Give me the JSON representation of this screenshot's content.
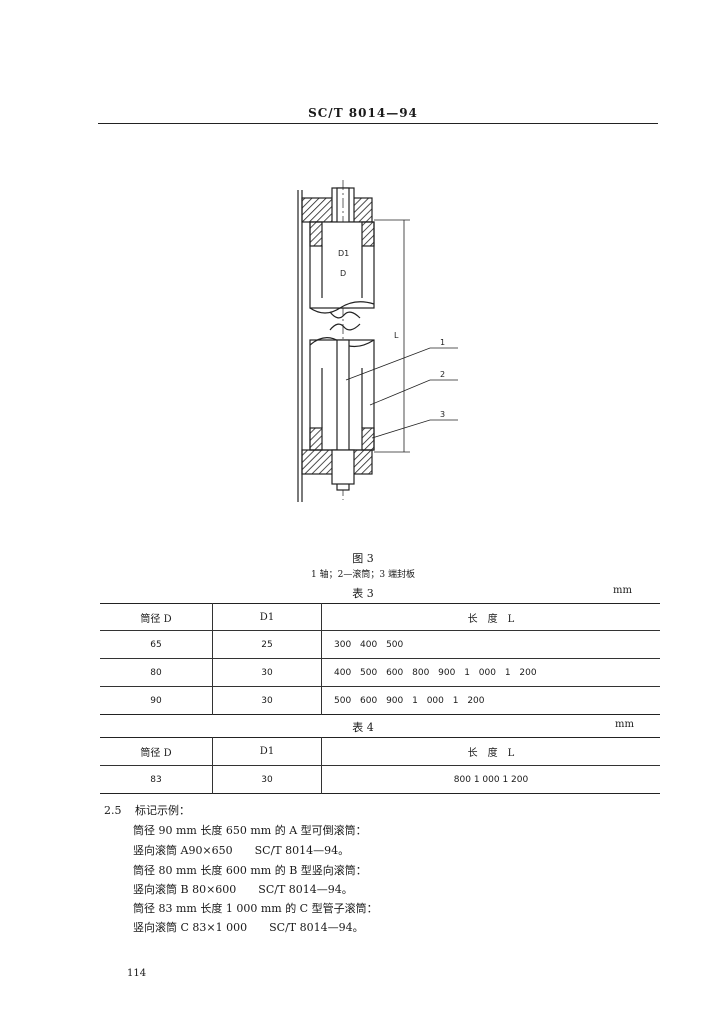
{
  "header": {
    "code": "SC/T 8014—94"
  },
  "figure": {
    "labels": {
      "d1": "D1",
      "d": "D",
      "length": "L",
      "callout_1": "1",
      "callout_2": "2",
      "callout_3": "3"
    },
    "title": "图 3",
    "legend": "1 轴；2—滚筒；3 端封板"
  },
  "table3": {
    "title": "表 3",
    "unit": "mm",
    "headers": {
      "diameter": "筒径 D",
      "d1": "D1",
      "length": "长　度　L"
    },
    "rows": [
      {
        "diameter": "65",
        "d1": "25",
        "lengths": "300 400 500"
      },
      {
        "diameter": "80",
        "d1": "30",
        "lengths": "400 500 600 800 900 1 000 1 200"
      },
      {
        "diameter": "90",
        "d1": "30",
        "lengths": "500 600 900 1 000 1 200"
      }
    ]
  },
  "table4": {
    "title": "表 4",
    "unit": "mm",
    "headers": {
      "diameter": "筒径 D",
      "d1": "D1",
      "length": "长　度　L"
    },
    "rows": [
      {
        "diameter": "83",
        "d1": "30",
        "lengths": "800 1 000 1 200"
      }
    ]
  },
  "section": {
    "number": "2.5",
    "title": "标记示例：",
    "lines": [
      "筒径 90 mm 长度 650 mm 的 A 型可倒滚筒：",
      "竖向滚筒 A90×650　　SC/T 8014—94。",
      "筒径 80 mm 长度 600 mm 的 B 型竖向滚筒：",
      "竖向滚筒 B 80×600　　SC/T 8014—94。",
      "筒径 83 mm 长度 1 000 mm 的 C 型管子滚筒：",
      "竖向滚筒 C 83×1 000　　SC/T 8014—94。"
    ]
  },
  "page_number": "114"
}
